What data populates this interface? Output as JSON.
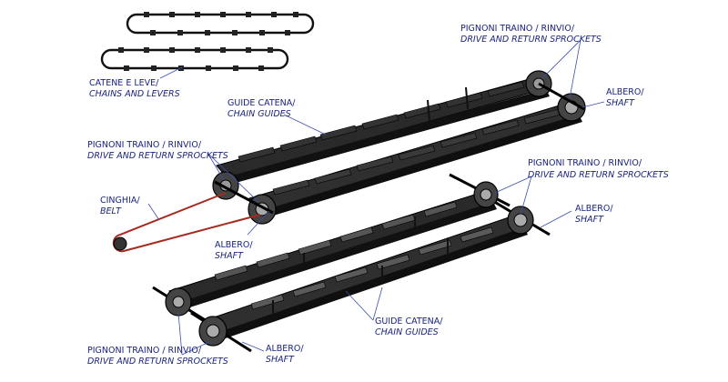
{
  "labels": {
    "chains_levers": {
      "it": "CATENE E LEVE/",
      "en": "CHAINS AND LEVERS"
    },
    "guides_top": {
      "it": "GUIDE CATENA/",
      "en": "CHAIN GUIDES"
    },
    "sprockets_top_right": {
      "it": "PIGNONI TRAINO / RINVIO/",
      "en": "DRIVE AND RETURN SPROCKETS"
    },
    "shaft_top_right": {
      "it": "ALBERO/",
      "en": "SHAFT"
    },
    "sprockets_left_upper": {
      "it": "PIGNONI TRAINO / RINVIO/",
      "en": "DRIVE AND RETURN SPROCKETS"
    },
    "belt": {
      "it": "CINGHIA/",
      "en": "BELT"
    },
    "shaft_mid": {
      "it": "ALBERO/",
      "en": "SHAFT"
    },
    "sprockets_right_mid": {
      "it": "PIGNONI TRAINO / RINVIO/",
      "en": "DRIVE AND RETURN SPROCKETS"
    },
    "shaft_right_mid": {
      "it": "ALBERO/",
      "en": "SHAFT"
    },
    "guides_bottom": {
      "it": "GUIDE CATENA/",
      "en": "CHAIN GUIDES"
    },
    "sprockets_bottom_left": {
      "it": "PIGNONI TRAINO / RINVIO/",
      "en": "DRIVE AND RETURN SPROCKETS"
    },
    "shaft_bottom": {
      "it": "ALBERO/",
      "en": "SHAFT"
    }
  },
  "colors": {
    "label": "#1a237e",
    "leader": "#3d4db0",
    "frame": "#1a1a1a",
    "belt": "#a52a1f"
  }
}
